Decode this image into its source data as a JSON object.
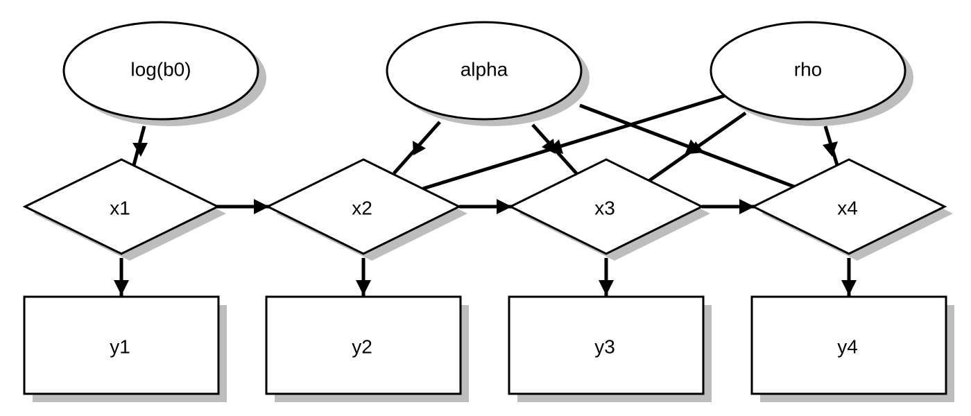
{
  "nodes": {
    "logb0": "log(b0)",
    "alpha": "alpha",
    "rho": "rho",
    "x1": "x1",
    "x2": "x2",
    "x3": "x3",
    "x4": "x4",
    "y1": "y1",
    "y2": "y2",
    "y3": "y3",
    "y4": "y4"
  },
  "edges": [
    {
      "from": "log(b0)",
      "to": "x1"
    },
    {
      "from": "alpha",
      "to": "x2"
    },
    {
      "from": "alpha",
      "to": "x3"
    },
    {
      "from": "alpha",
      "to": "x4"
    },
    {
      "from": "rho",
      "to": "x2"
    },
    {
      "from": "rho",
      "to": "x3"
    },
    {
      "from": "rho",
      "to": "x4"
    },
    {
      "from": "x1",
      "to": "x2"
    },
    {
      "from": "x2",
      "to": "x3"
    },
    {
      "from": "x3",
      "to": "x4"
    },
    {
      "from": "x1",
      "to": "y1"
    },
    {
      "from": "x2",
      "to": "y2"
    },
    {
      "from": "x3",
      "to": "y3"
    },
    {
      "from": "x4",
      "to": "y4"
    }
  ],
  "colors": {
    "stroke": "#000000",
    "fill": "#ffffff",
    "shadow": "#bdbdbd"
  }
}
